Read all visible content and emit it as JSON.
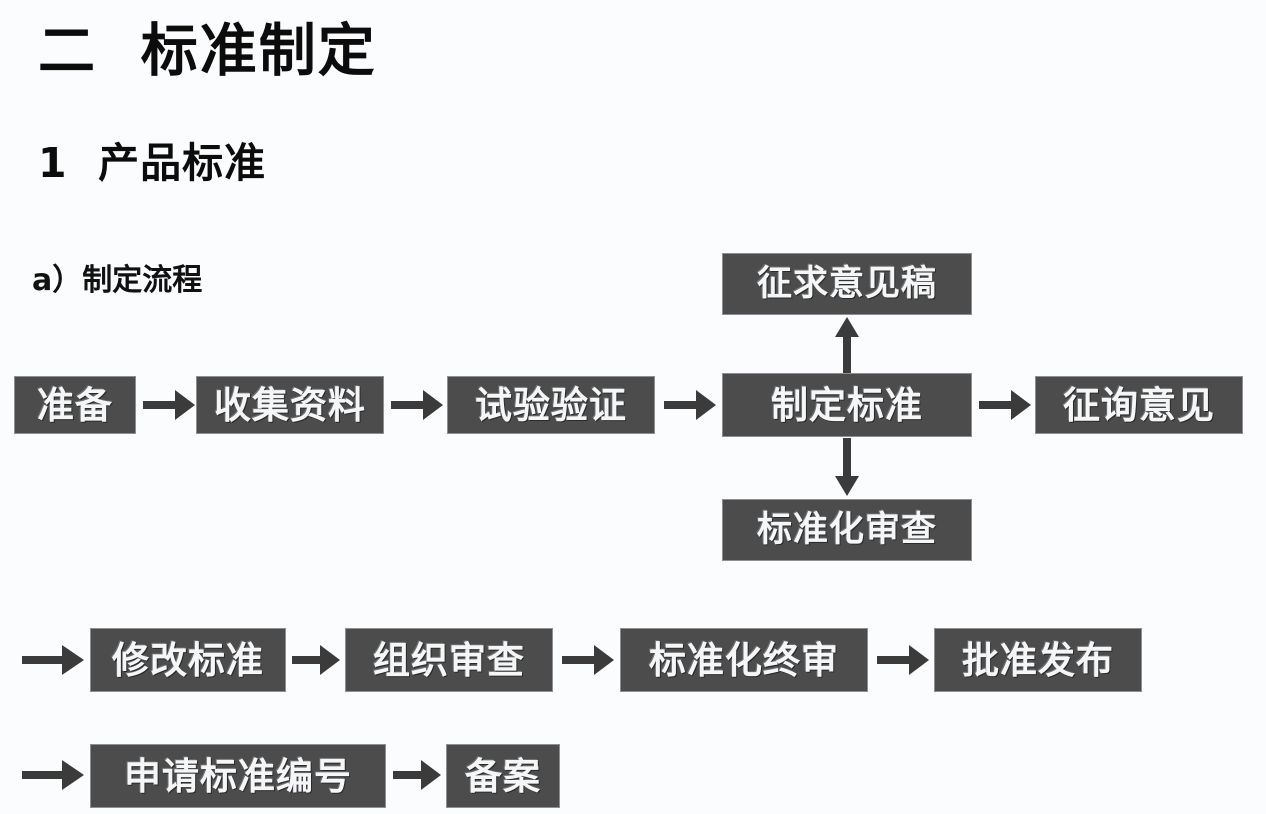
{
  "slide": {
    "background_color": "#fbfcfd",
    "heading_main": "二  标准制定",
    "heading_sub": "1  产品标准",
    "heading_item": "a）制定流程"
  },
  "colors": {
    "node_fill": "#4c4c4c",
    "node_border": "#8d8f92",
    "node_text": "#f4f6f8",
    "arrow": "#3b3b3b",
    "heading_text": "#0c0c0c"
  },
  "diagram": {
    "type": "flowchart",
    "title": "a）制定流程",
    "nodes": [
      {
        "id": "prepare",
        "label": "准备",
        "row": 1
      },
      {
        "id": "collect",
        "label": "收集资料",
        "row": 1
      },
      {
        "id": "test",
        "label": "试验验证",
        "row": 1
      },
      {
        "id": "draft",
        "label": "制定标准",
        "row": 1
      },
      {
        "id": "consult",
        "label": "征询意见",
        "row": 1
      },
      {
        "id": "comment-draft",
        "label": "征求意见稿",
        "row": 0
      },
      {
        "id": "std-review",
        "label": "标准化审查",
        "row": 2
      },
      {
        "id": "revise",
        "label": "修改标准",
        "row": 3
      },
      {
        "id": "org-review",
        "label": "组织审查",
        "row": 3
      },
      {
        "id": "final-review",
        "label": "标准化终审",
        "row": 3
      },
      {
        "id": "approve",
        "label": "批准发布",
        "row": 3
      },
      {
        "id": "apply-number",
        "label": "申请标准编号",
        "row": 4
      },
      {
        "id": "record",
        "label": "备案",
        "row": 4
      }
    ],
    "edges": [
      {
        "from": "prepare",
        "to": "collect",
        "direction": "right"
      },
      {
        "from": "collect",
        "to": "test",
        "direction": "right"
      },
      {
        "from": "test",
        "to": "draft",
        "direction": "right"
      },
      {
        "from": "draft",
        "to": "consult",
        "direction": "right"
      },
      {
        "from": "draft",
        "to": "comment-draft",
        "direction": "up"
      },
      {
        "from": "draft",
        "to": "std-review",
        "direction": "down"
      },
      {
        "from": "previous-row",
        "to": "revise",
        "direction": "right"
      },
      {
        "from": "revise",
        "to": "org-review",
        "direction": "right"
      },
      {
        "from": "org-review",
        "to": "final-review",
        "direction": "right"
      },
      {
        "from": "final-review",
        "to": "approve",
        "direction": "right"
      },
      {
        "from": "previous-row",
        "to": "apply-number",
        "direction": "right"
      },
      {
        "from": "apply-number",
        "to": "record",
        "direction": "right"
      }
    ]
  }
}
